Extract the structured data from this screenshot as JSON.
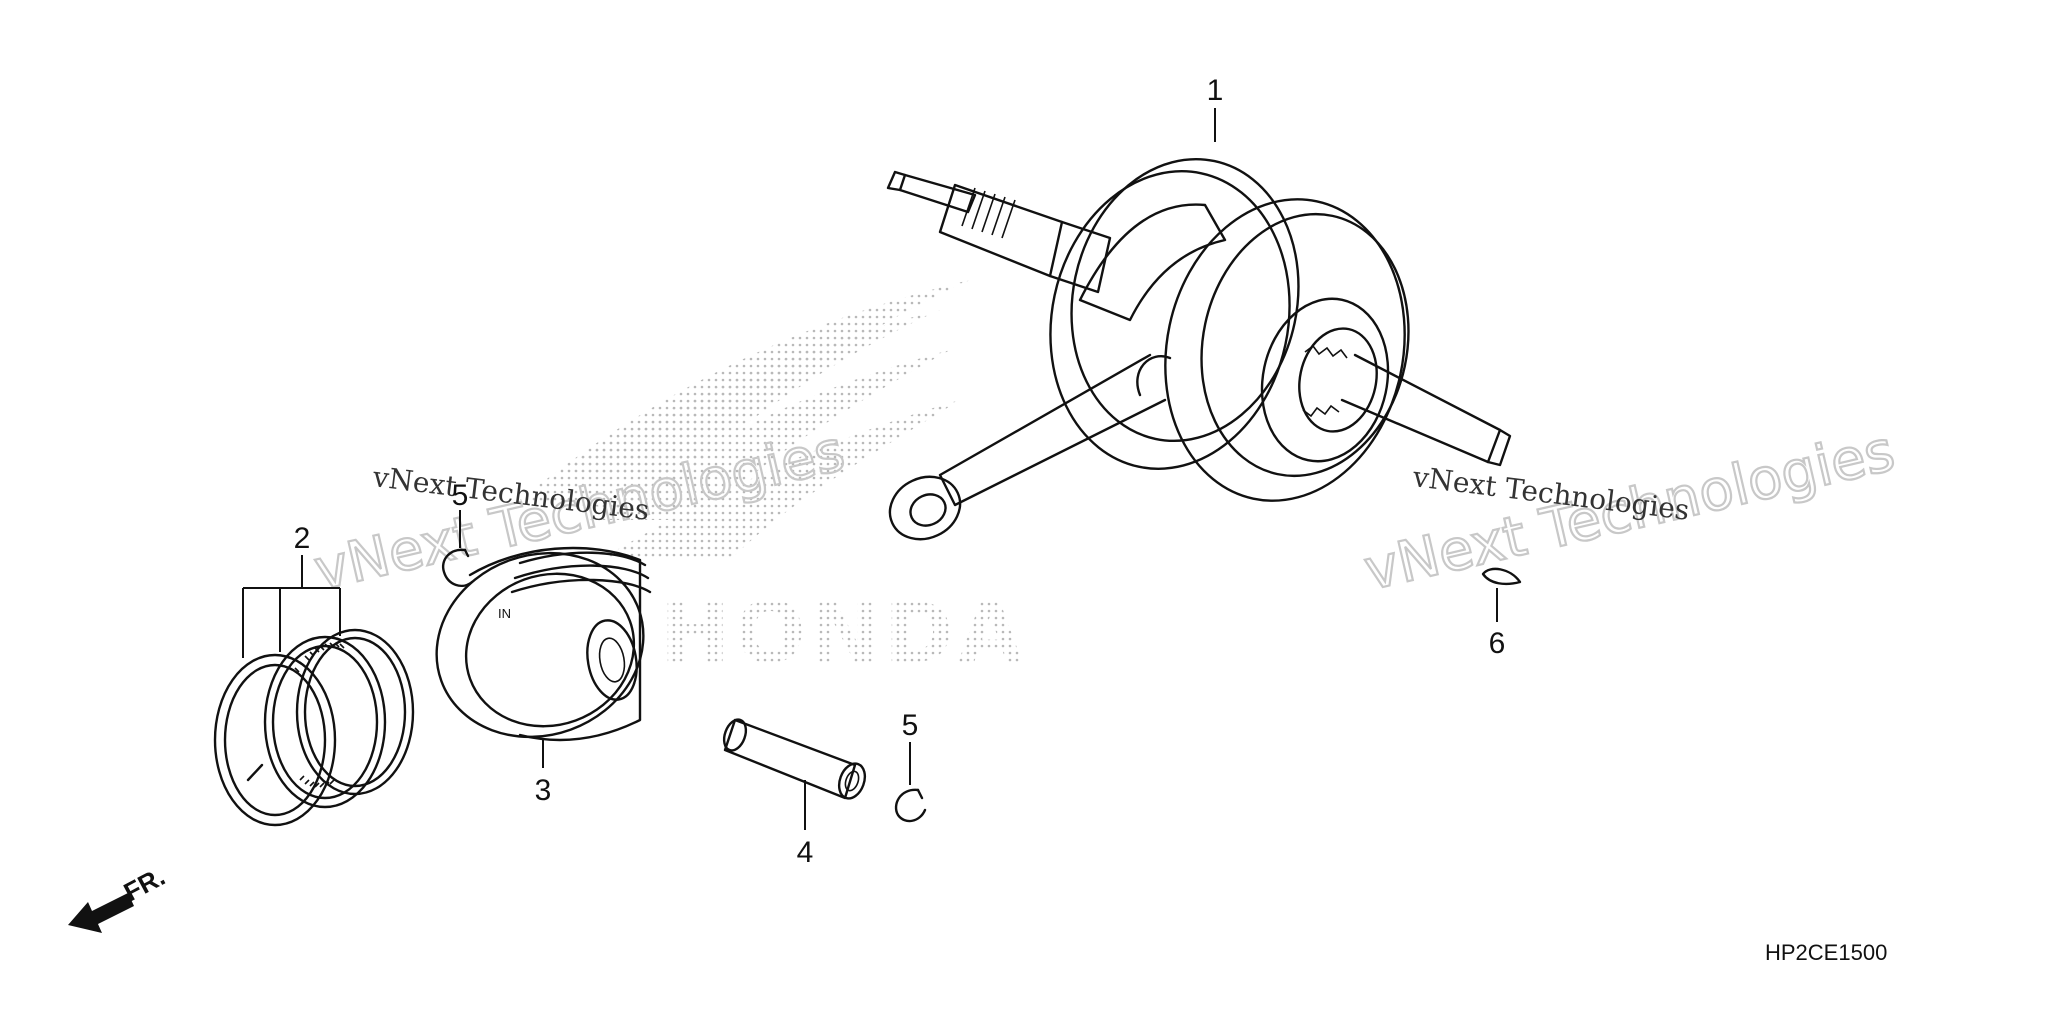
{
  "diagram": {
    "code": "HP2CE1500",
    "logo": "HONDA",
    "watermark_small": "vNext Technologies",
    "watermark_big": "vNext Technologies",
    "direction_label": "FR.",
    "callouts": {
      "crankshaft": "1",
      "piston_ring_set": "2",
      "piston": "3",
      "piston_pin": "4",
      "pin_clip_left": "5",
      "pin_clip_right": "5",
      "woodruff_key": "6"
    }
  }
}
